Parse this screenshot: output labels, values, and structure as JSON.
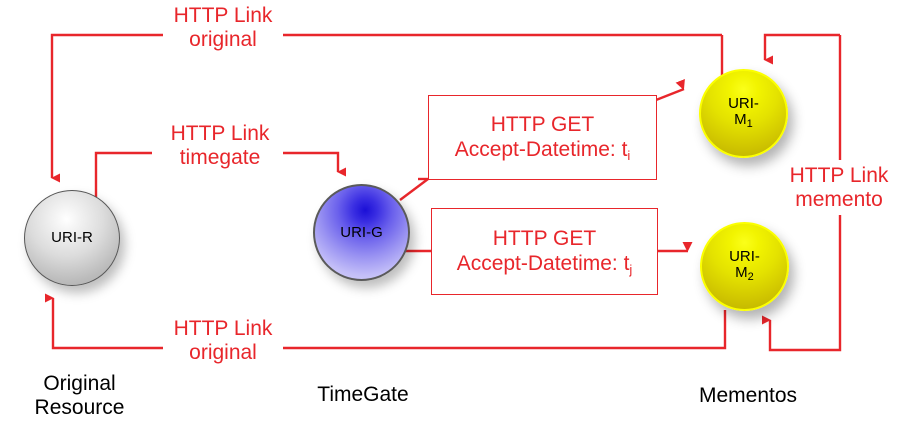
{
  "diagram": {
    "title": "Memento HTTP Link relations between Original Resource, TimeGate and Mementos",
    "accent_red": "#e8262b",
    "nodes": [
      {
        "id": "uri-r",
        "label": "URI-R",
        "role": "original-resource",
        "color": "#c8c8c8"
      },
      {
        "id": "uri-g",
        "label": "URI-G",
        "role": "timegate",
        "color": "#4a3ee6"
      },
      {
        "id": "uri-m1",
        "label": "URI-",
        "sub": "M",
        "subscript": "1",
        "role": "memento",
        "color": "#e4e200"
      },
      {
        "id": "uri-m2",
        "label": "URI-",
        "sub": "M",
        "subscript": "2",
        "role": "memento",
        "color": "#e4e200"
      }
    ],
    "group_labels": [
      {
        "id": "original-resource",
        "text": "Original\nResource"
      },
      {
        "id": "timegate",
        "text": "TimeGate"
      },
      {
        "id": "mementos",
        "text": "Mementos"
      }
    ],
    "link_labels": [
      {
        "id": "link-original-top",
        "text": "HTTP Link\noriginal"
      },
      {
        "id": "link-timegate",
        "text": "HTTP Link\ntimegate"
      },
      {
        "id": "link-original-bottom",
        "text": "HTTP Link\noriginal"
      },
      {
        "id": "link-memento",
        "text": "HTTP Link\nmemento"
      }
    ],
    "request_boxes": [
      {
        "id": "request-ti",
        "line1": "HTTP GET",
        "line2": "Accept-Datetime: t",
        "subscript": "i"
      },
      {
        "id": "request-tj",
        "line1": "HTTP GET",
        "line2": "Accept-Datetime: t",
        "subscript": "j"
      }
    ]
  }
}
